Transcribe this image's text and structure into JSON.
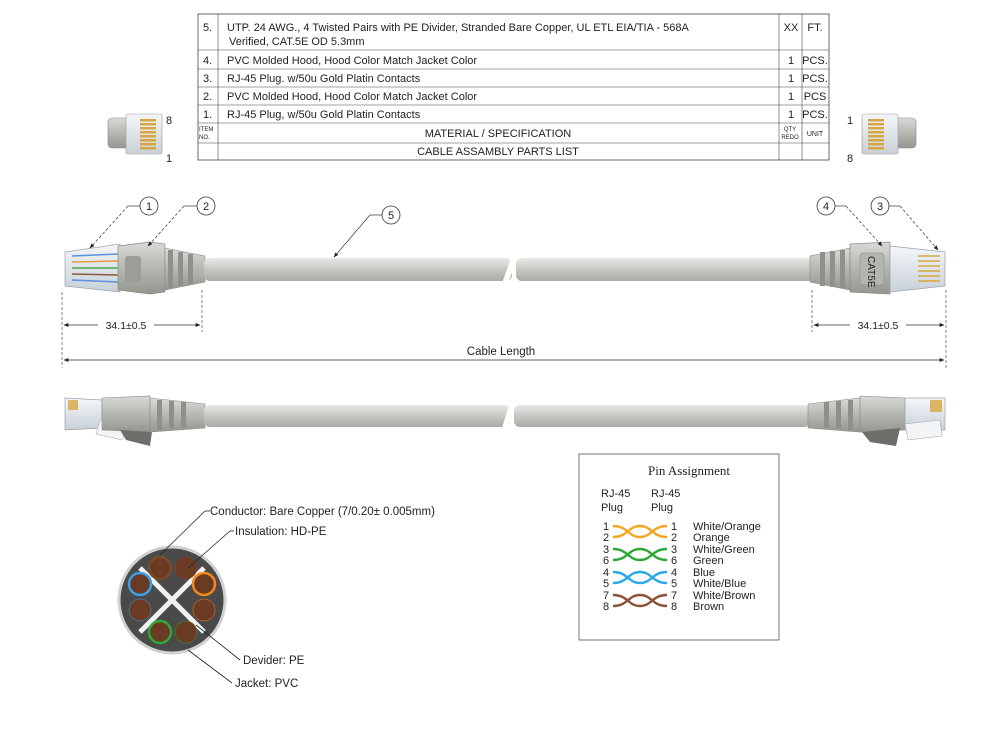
{
  "parts_list": {
    "rows": [
      {
        "no": "5.",
        "spec_line1": "UTP. 24 AWG., 4 Twisted Pairs with PE Divider, Stranded Bare Copper, UL ETL EIA/TIA - 568A",
        "spec_line2": "Verified, CAT.5E OD 5.3mm",
        "qty": "XX",
        "unit": "FT."
      },
      {
        "no": "4.",
        "spec": "PVC Molded Hood, Hood Color Match Jacket Color",
        "qty": "1",
        "unit": "PCS."
      },
      {
        "no": "3.",
        "spec": "RJ-45 Plug. w/50u Gold Platin Contacts",
        "qty": "1",
        "unit": "PCS."
      },
      {
        "no": "2.",
        "spec": "PVC Molded Hood, Hood Color Match Jacket Color",
        "qty": "1",
        "unit": "PCS"
      },
      {
        "no": "1.",
        "spec": "RJ-45 Plug, w/50u Gold Platin Contacts",
        "qty": "1",
        "unit": "PCS."
      }
    ],
    "header": {
      "item_line1": "ITEM",
      "item_line2": "NO.",
      "material": "MATERIAL / SPECIFICATION",
      "qty_line1": "QTY",
      "qty_line2": "REDO",
      "unit": "UNIT"
    },
    "title": "CABLE ASSAMBLY PARTS LIST"
  },
  "end_views": {
    "left": {
      "top_pin": "8",
      "bottom_pin": "1"
    },
    "right": {
      "top_pin": "1",
      "bottom_pin": "8"
    }
  },
  "callouts": [
    "1",
    "2",
    "5",
    "4",
    "3"
  ],
  "dimensions": {
    "left_plug": "34.1±0.5",
    "right_plug": "34.1±0.5",
    "cable_length": "Cable Length"
  },
  "hood_marking": "CAT5E",
  "cross_section": {
    "labels": [
      "Conductor: Bare Copper (7/0.20± 0.005mm)",
      "Insulation: HD-PE",
      "Devider: PE",
      "Jacket: PVC"
    ],
    "pair_colors": [
      "#f08a1c",
      "#3aa0e8",
      "#2ea836",
      "#7a4a2a"
    ],
    "conductor_color": "#6b3a22",
    "jacket_color": "#4a4a4a"
  },
  "pin_assignment": {
    "title": "Pin Assignment",
    "col_left_line1": "RJ-45",
    "col_left_line2": "Plug",
    "col_right_line1": "RJ-45",
    "col_right_line2": "Plug",
    "pairs": [
      {
        "left_pins": [
          "1",
          "2"
        ],
        "right_pins": [
          "1",
          "2"
        ],
        "names": [
          "White/Orange",
          "Orange"
        ],
        "color": "#f5a623"
      },
      {
        "left_pins": [
          "3",
          "6"
        ],
        "right_pins": [
          "3",
          "6"
        ],
        "names": [
          "White/Green",
          "Green"
        ],
        "color": "#2ea836"
      },
      {
        "left_pins": [
          "4",
          "5"
        ],
        "right_pins": [
          "4",
          "5"
        ],
        "names": [
          "Blue",
          "White/Blue"
        ],
        "color": "#2aa8e8"
      },
      {
        "left_pins": [
          "7",
          "8"
        ],
        "right_pins": [
          "7",
          "8"
        ],
        "names": [
          "White/Brown",
          "Brown"
        ],
        "color": "#8a5236"
      }
    ]
  }
}
